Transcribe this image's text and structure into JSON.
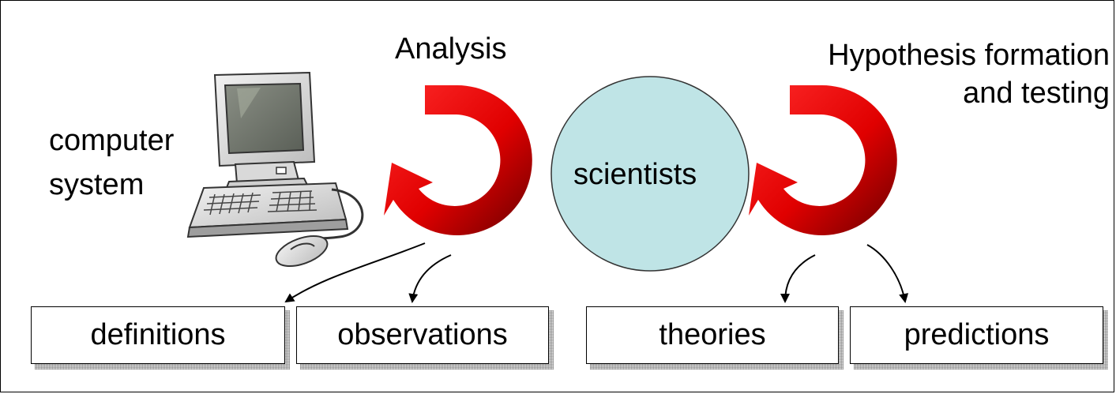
{
  "labels": {
    "analysis": "Analysis",
    "hypothesis_line1": "Hypothesis formation",
    "hypothesis_line2": "and testing",
    "computer_line1": "computer",
    "computer_line2": "system",
    "scientists": "scientists"
  },
  "boxes": {
    "definitions": "definitions",
    "observations": "observations",
    "theories": "theories",
    "predictions": "predictions"
  },
  "colors": {
    "cycle_arrow_light": "#ff1a1a",
    "cycle_arrow_dark": "#7a0000",
    "scientists_fill": "#bfe4e6",
    "box_border": "#000000"
  },
  "icons": {
    "computer": "desktop-computer-icon",
    "analysis_cycle": "cycle-arrow-icon",
    "hypothesis_cycle": "cycle-arrow-icon"
  }
}
